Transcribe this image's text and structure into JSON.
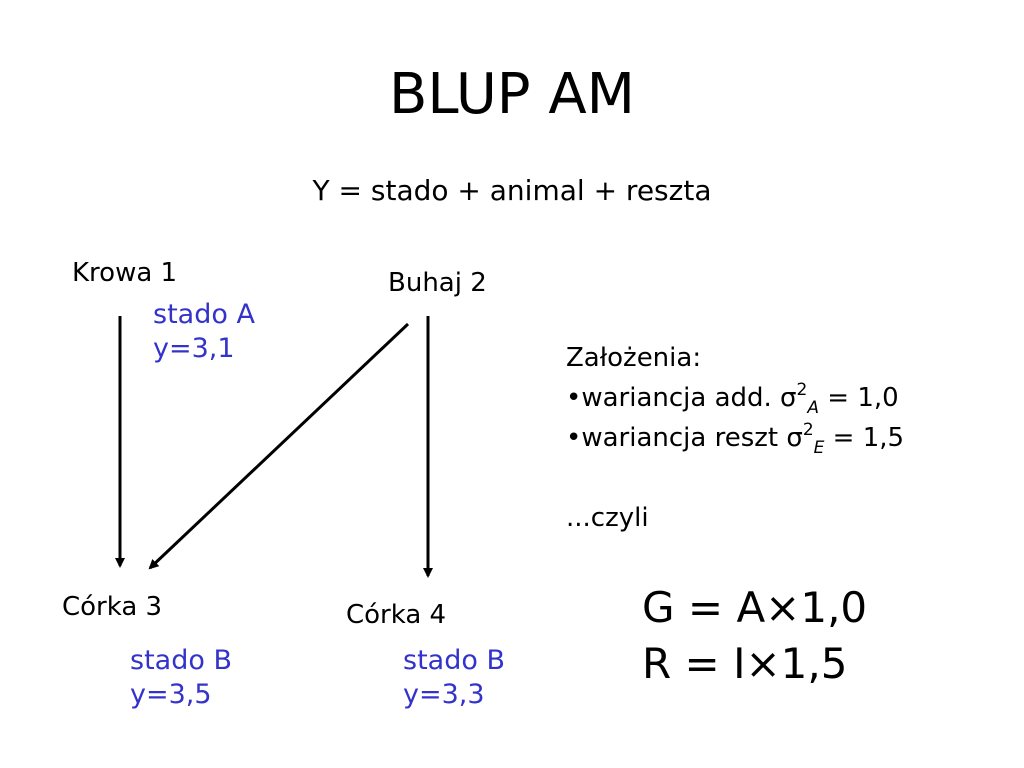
{
  "title": "BLUP AM",
  "model_equation": "Y = stado + animal + reszta",
  "nodes": {
    "cow1": {
      "label": "Krowa 1",
      "herd": "stado A",
      "y": "y=3,1"
    },
    "bull2": {
      "label": "Buhaj 2"
    },
    "daughter3": {
      "label": "Córka 3",
      "herd": "stado B",
      "y": "y=3,5"
    },
    "daughter4": {
      "label": "Córka 4",
      "herd": "stado B",
      "y": "y=3,3"
    }
  },
  "edges": [
    {
      "from": "Krowa 1",
      "to": "Córka 3"
    },
    {
      "from": "Buhaj 2",
      "to": "Córka 3"
    },
    {
      "from": "Buhaj 2",
      "to": "Córka 4"
    }
  ],
  "assumptions": {
    "heading": "Założenia:",
    "add_prefix": "•wariancja add. ",
    "add_sigma": "σ",
    "add_sup": "2",
    "add_sub": "A",
    "add_value": " = 1,0",
    "res_prefix": "•wariancja reszt ",
    "res_sigma": "σ",
    "res_sup": "2",
    "res_sub": "E",
    "res_value": " = 1,5",
    "conclusion": "...czyli"
  },
  "matrices": {
    "g_line": "G = A×1,0",
    "r_line": "R =  I×1,5"
  },
  "colors": {
    "text": "#000000",
    "annotation": "#3333cc"
  }
}
